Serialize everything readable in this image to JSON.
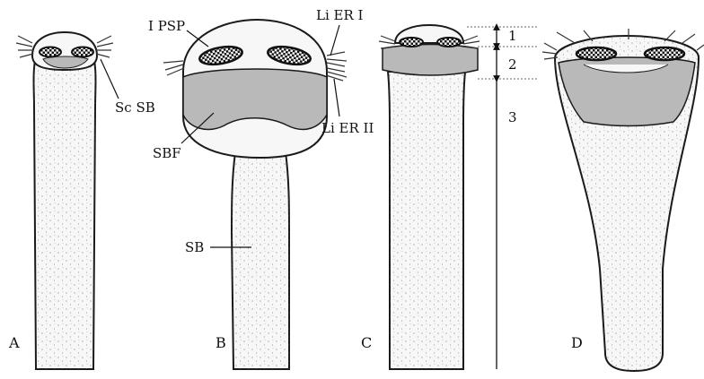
{
  "colors": {
    "outline": "#1a1a1a",
    "fill": "#f7f7f7",
    "grey": "#b9b9b9",
    "dark": "#222222"
  },
  "panels": {
    "a": {
      "letter": "A",
      "labels": {
        "sc_sb": "Sc SB"
      }
    },
    "b": {
      "letter": "B",
      "labels": {
        "i_psp": "I PSP",
        "li_er_1": "Li ER I",
        "li_er_2": "Li ER II",
        "sbf": "SBF",
        "sb": "SB"
      }
    },
    "c": {
      "letter": "C",
      "scale_labels": [
        "1",
        "2",
        "3"
      ]
    },
    "d": {
      "letter": "D"
    }
  },
  "icons": [
    "checkered-oval-icon",
    "fringed-tuft-icon",
    "arrowhead-icon"
  ]
}
